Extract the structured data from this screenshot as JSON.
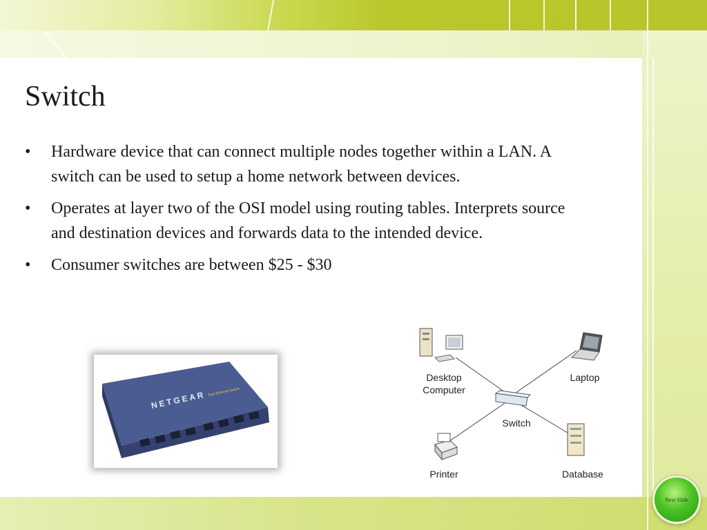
{
  "slide": {
    "title": "Switch",
    "bullets": [
      {
        "marker": "•",
        "text": "Hardware device that can connect multiple nodes together within a LAN. A switch can be used to setup a home network between devices."
      },
      {
        "marker": "•",
        "text": "Operates at layer two of the OSI model using routing tables. Interprets source and destination devices and forwards data to the intended device."
      },
      {
        "marker": "•",
        "text": "Consumer switches are between $25 - $30"
      }
    ]
  },
  "photo": {
    "brand": "NETGEAR",
    "model_text": "Fast Ethernet Switch"
  },
  "diagram": {
    "desktop_line1": "Desktop",
    "desktop_line2": "Computer",
    "laptop": "Laptop",
    "switch": "Switch",
    "printer": "Printer",
    "database": "Database"
  },
  "navigation": {
    "next_label": "Next Slide"
  },
  "colors": {
    "band_green": "#b9c42a",
    "button_green": "#4bc325",
    "switch_body": "#3d4d7e"
  }
}
